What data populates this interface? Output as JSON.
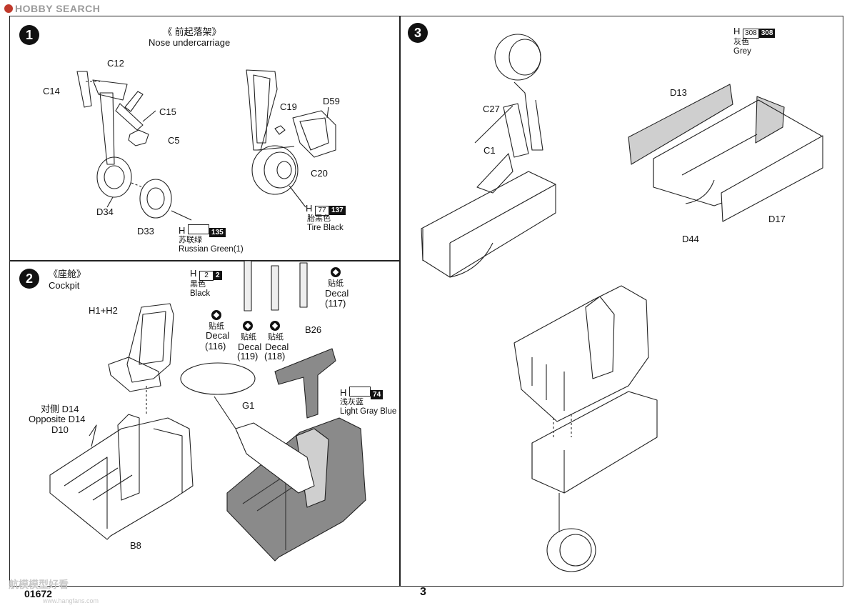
{
  "watermark": {
    "top": "HOBBY SEARCH",
    "bottom": "航模模型好看",
    "url": "www.hangfans.com"
  },
  "footer": {
    "code": "01672",
    "page": "3"
  },
  "steps": [
    {
      "num": "1",
      "title_cn": "《 前起落架》",
      "title_en": "Nose undercarriage"
    },
    {
      "num": "2",
      "title_cn": "《座舱》",
      "title_en": "Cockpit"
    },
    {
      "num": "3"
    }
  ],
  "step1": {
    "parts": {
      "c12": "C12",
      "c14": "C14",
      "c15": "C15",
      "c5": "C5",
      "d34": "D34",
      "d33": "D33",
      "c19": "C19",
      "d59": "D59",
      "c20": "C20"
    },
    "paint_green": {
      "h": "H",
      "num": "135",
      "cn": "苏联绿",
      "en": "Russian Green(1)"
    },
    "paint_tire": {
      "h": "H",
      "box": "77",
      "num": "137",
      "cn": "胎黑色",
      "en": "Tire Black"
    }
  },
  "step2": {
    "parts": {
      "h1h2": "H1+H2",
      "opp_cn": "对侧 D14",
      "opp_en": "Opposite D14",
      "d10": "D10",
      "b8": "B8",
      "g1": "G1",
      "b26": "B26"
    },
    "paint_black": {
      "h": "H",
      "box": "2",
      "num": "2",
      "cn": "黑色",
      "en": "Black"
    },
    "paint_blue": {
      "h": "H",
      "num": "74",
      "cn": "浅灰蓝",
      "en": "Light Gray Blue"
    },
    "decals": [
      {
        "cn": "贴纸",
        "en": "Decal",
        "num": "(116)"
      },
      {
        "cn": "贴纸",
        "en": "Decal",
        "num": "(119)"
      },
      {
        "cn": "贴纸",
        "en": "Decal",
        "num": "(118)"
      },
      {
        "cn": "贴纸",
        "en": "Decal",
        "num": "(117)"
      }
    ]
  },
  "step3": {
    "parts": {
      "c27": "C27",
      "c1": "C1",
      "d13": "D13",
      "d44": "D44",
      "d17": "D17"
    },
    "paint_grey": {
      "h": "H",
      "box": "308",
      "num": "308",
      "cn": "灰色",
      "en": "Grey"
    }
  }
}
